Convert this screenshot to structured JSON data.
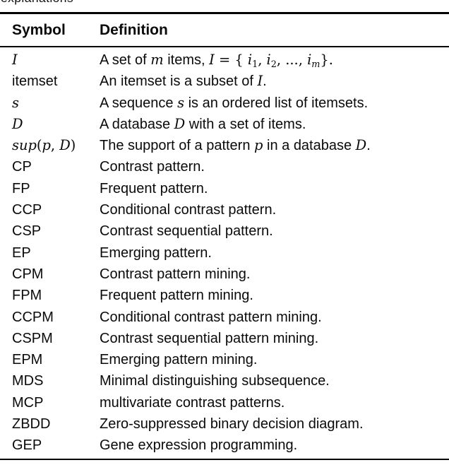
{
  "page": {
    "caption_fragment": "explanations"
  },
  "colors": {
    "text": "#0a0a0a",
    "background": "#ffffff",
    "rule": "#000000"
  },
  "table": {
    "col_headers": [
      "Symbol",
      "Definition"
    ],
    "rows": [
      {
        "symbol": [
          {
            "t": "I",
            "s": "m"
          }
        ],
        "definition": [
          {
            "t": "A set of "
          },
          {
            "t": "m",
            "s": "m"
          },
          {
            "t": " items, "
          },
          {
            "t": "I",
            "s": "m"
          },
          {
            "t": " = { ",
            "s": "mu"
          },
          {
            "t": "i",
            "s": "m"
          },
          {
            "t": "1",
            "s": "sub"
          },
          {
            "t": ", ",
            "s": "mu"
          },
          {
            "t": "i",
            "s": "m"
          },
          {
            "t": "2",
            "s": "sub"
          },
          {
            "t": ", ..., ",
            "s": "mu"
          },
          {
            "t": "i",
            "s": "m"
          },
          {
            "t": "m",
            "s": "subi"
          },
          {
            "t": "}.",
            "s": "mu"
          }
        ]
      },
      {
        "symbol": [
          {
            "t": "itemset"
          }
        ],
        "definition": [
          {
            "t": "An itemset is a subset of "
          },
          {
            "t": "I",
            "s": "m"
          },
          {
            "t": "."
          }
        ]
      },
      {
        "symbol": [
          {
            "t": "s",
            "s": "m"
          }
        ],
        "definition": [
          {
            "t": "A sequence "
          },
          {
            "t": "s",
            "s": "m"
          },
          {
            "t": " is an ordered list of itemsets."
          }
        ]
      },
      {
        "symbol": [
          {
            "t": "D",
            "s": "m"
          }
        ],
        "definition": [
          {
            "t": "A database "
          },
          {
            "t": "D",
            "s": "m"
          },
          {
            "t": " with a set of items."
          }
        ]
      },
      {
        "symbol": [
          {
            "t": "sup",
            "s": "m"
          },
          {
            "t": "(",
            "s": "mu"
          },
          {
            "t": "p",
            "s": "m"
          },
          {
            "t": ", ",
            "s": "mu"
          },
          {
            "t": "D",
            "s": "m"
          },
          {
            "t": ")",
            "s": "mu"
          }
        ],
        "definition": [
          {
            "t": "The support of a pattern "
          },
          {
            "t": "p",
            "s": "m"
          },
          {
            "t": " in a database "
          },
          {
            "t": "D",
            "s": "m"
          },
          {
            "t": "."
          }
        ]
      },
      {
        "symbol": [
          {
            "t": "CP"
          }
        ],
        "definition": [
          {
            "t": "Contrast pattern."
          }
        ]
      },
      {
        "symbol": [
          {
            "t": "FP"
          }
        ],
        "definition": [
          {
            "t": "Frequent pattern."
          }
        ]
      },
      {
        "symbol": [
          {
            "t": "CCP"
          }
        ],
        "definition": [
          {
            "t": "Conditional contrast pattern."
          }
        ]
      },
      {
        "symbol": [
          {
            "t": "CSP"
          }
        ],
        "definition": [
          {
            "t": "Contrast sequential pattern."
          }
        ]
      },
      {
        "symbol": [
          {
            "t": "EP"
          }
        ],
        "definition": [
          {
            "t": "Emerging pattern."
          }
        ]
      },
      {
        "symbol": [
          {
            "t": "CPM"
          }
        ],
        "definition": [
          {
            "t": "Contrast pattern mining."
          }
        ]
      },
      {
        "symbol": [
          {
            "t": "FPM"
          }
        ],
        "definition": [
          {
            "t": "Frequent pattern mining."
          }
        ]
      },
      {
        "symbol": [
          {
            "t": "CCPM"
          }
        ],
        "definition": [
          {
            "t": "Conditional contrast pattern mining."
          }
        ]
      },
      {
        "symbol": [
          {
            "t": "CSPM"
          }
        ],
        "definition": [
          {
            "t": "Contrast sequential pattern mining."
          }
        ]
      },
      {
        "symbol": [
          {
            "t": "EPM"
          }
        ],
        "definition": [
          {
            "t": "Emerging pattern mining."
          }
        ]
      },
      {
        "symbol": [
          {
            "t": "MDS"
          }
        ],
        "definition": [
          {
            "t": "Minimal distinguishing subsequence."
          }
        ]
      },
      {
        "symbol": [
          {
            "t": "MCP"
          }
        ],
        "definition": [
          {
            "t": "multivariate contrast patterns."
          }
        ]
      },
      {
        "symbol": [
          {
            "t": "ZBDD"
          }
        ],
        "definition": [
          {
            "t": "Zero-suppressed binary decision diagram."
          }
        ]
      },
      {
        "symbol": [
          {
            "t": "GEP"
          }
        ],
        "definition": [
          {
            "t": "Gene expression programming."
          }
        ]
      }
    ]
  }
}
